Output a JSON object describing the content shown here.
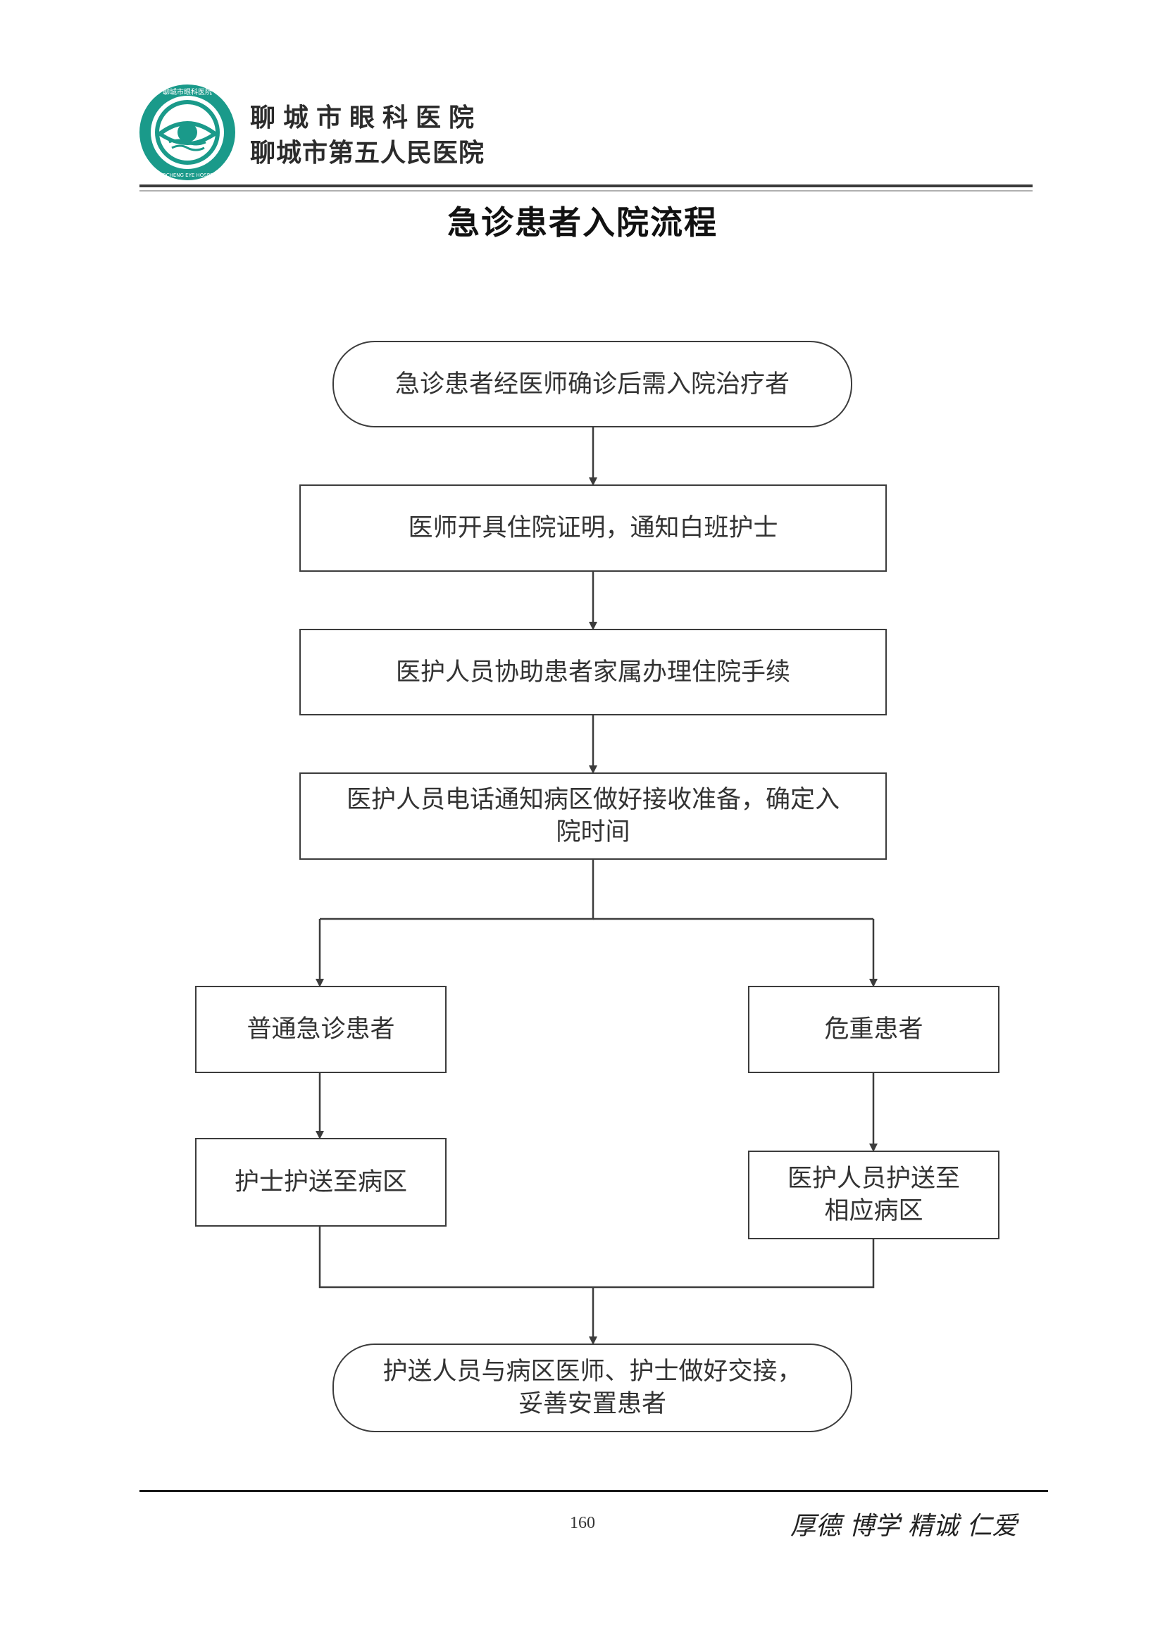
{
  "header": {
    "logo_ring_text": "聊城市眼科医院",
    "logo_ring_text_en": "LIAOCHENG EYE HOSPITAL",
    "hospital_name": "聊城市眼科医院",
    "hospital_name_alt": "聊城市第五人民医院",
    "brand_color": "#1a9a8a"
  },
  "title": "急诊患者入院流程",
  "flow": {
    "start": "急诊患者经医师确诊后需入院治疗者",
    "step1": "医师开具住院证明，通知白班护士",
    "step2": "医护人员协助患者家属办理住院手续",
    "step3_line1": "医护人员电话通知病区做好接收准备，确定入",
    "step3_line2": "院时间",
    "left_branch": "普通急诊患者",
    "left_action": "护士护送至病区",
    "right_branch": "危重患者",
    "right_action_line1": "医护人员护送至",
    "right_action_line2": "相应病区",
    "end_line1": "护送人员与病区医师、护士做好交接，",
    "end_line2": "妥善安置患者"
  },
  "footer": {
    "page_number": "160",
    "motto": "厚德  博学  精诚  仁爱"
  }
}
